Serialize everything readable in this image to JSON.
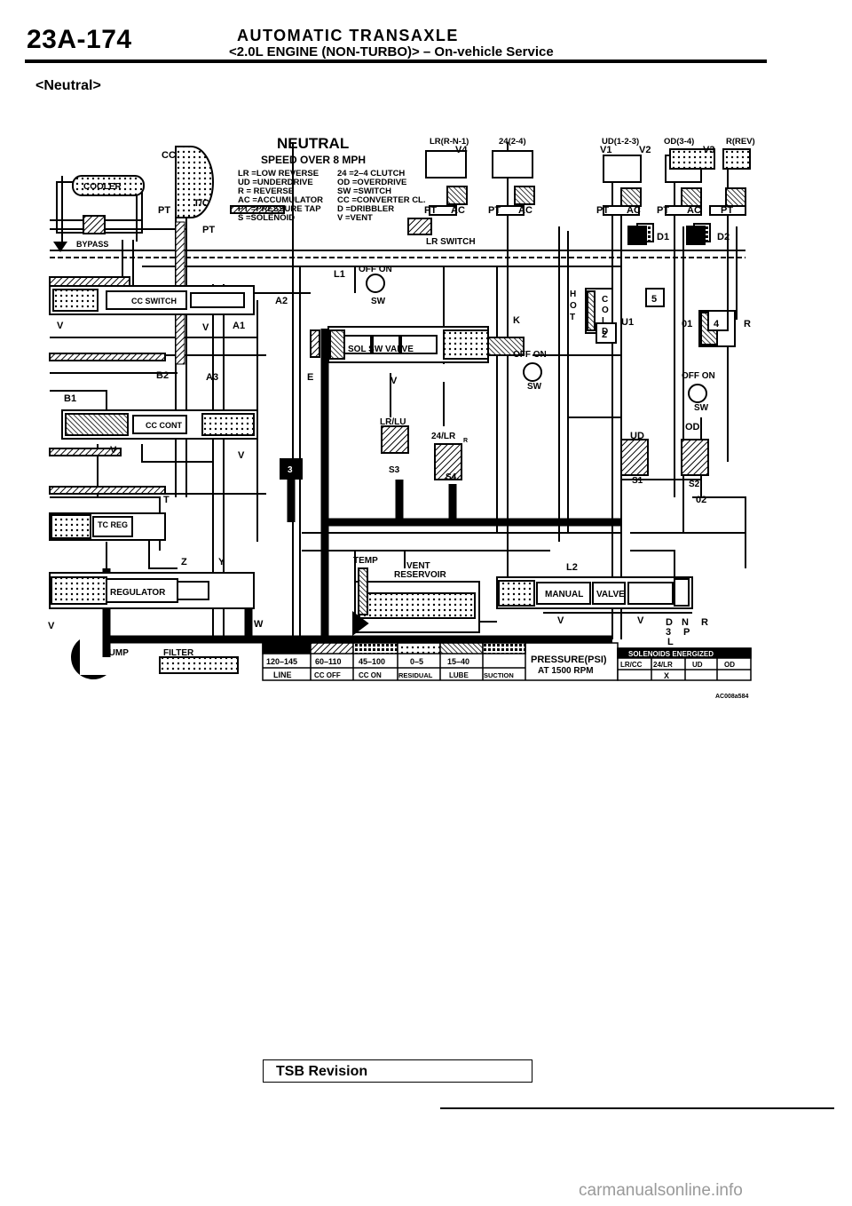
{
  "header": {
    "page_number": "23A-174",
    "title": "AUTOMATIC TRANSAXLE",
    "subtitle": "<2.0L ENGINE (NON-TURBO)> – On-vehicle Service"
  },
  "section_label": "<Neutral>",
  "diagram": {
    "title": "NEUTRAL",
    "subtitle": "SPEED OVER 8 MPH",
    "legend_left": [
      "LR =LOW REVERSE",
      "UD =UNDERDRIVE",
      "R = REVERSE",
      "AC =ACCUMULATOR",
      "PT =PRESSURE TAP",
      "S =SOLENOID"
    ],
    "legend_right": [
      "24 =2–4 CLUTCH",
      "OD =OVERDRIVE",
      "SW =SWITCH",
      "CC =CONVERTER CL.",
      "D =DRIBBLER",
      "V =VENT"
    ],
    "clutches": {
      "lr": "LR(R-N-1)",
      "c24": "24(2-4)",
      "ud": "UD(1-2-3)",
      "od": "OD(3-4)",
      "rev": "R(REV)"
    },
    "labels": {
      "cc": "CC",
      "tc": "T/C",
      "pt": "PT",
      "cooler": "COOLER",
      "bypass": "BYPASS",
      "ac": "AC",
      "v1": "V1",
      "v2": "V2",
      "v3": "V3",
      "v4": "V4",
      "d1": "D1",
      "d2": "D2",
      "lr_switch": "LR SWITCH",
      "l1": "L1",
      "off_on": "OFF ON",
      "sw": "SW",
      "a1": "A1",
      "a2": "A2",
      "a3": "A3",
      "b1": "B1",
      "b2": "B2",
      "e": "E",
      "v": "V",
      "k": "K",
      "hot": "HOT",
      "cold": "COLD",
      "u1": "U1",
      "o1": "01",
      "o2": "02",
      "r": "R",
      "cc_switch": "CC SWITCH",
      "sol_sw_valve": "SOL SW VALVE",
      "cc_cont": "CC CONT",
      "lr_lu": "LR/LU",
      "s24_lr": "24/LR",
      "s_sub": "R",
      "ud": "UD",
      "od": "OD",
      "s1": "S1",
      "s2": "S2",
      "s3": "S3",
      "s4": "S4",
      "n3": "3",
      "n2": "2",
      "n5": "5",
      "n4": "4",
      "t": "T",
      "tc_reg": "TC REG",
      "z": "Z",
      "y": "Y",
      "temp": "TEMP",
      "vent_reservoir_1": "VENT",
      "vent_reservoir_2": "RESERVOIR",
      "l2": "L2",
      "regulator": "REGULATOR",
      "manual": "MANUAL",
      "valve": "VALVE",
      "w": "W",
      "pump": "PUMP",
      "filter": "FILTER",
      "gear_d": "D",
      "gear_n": "N",
      "gear_r": "R",
      "gear_3": "3",
      "gear_p": "P",
      "gear_l": "L",
      "figure_code": "AC008a584"
    },
    "pressure_table": {
      "ranges": [
        "120–145",
        "60–110",
        "45–100",
        "0–5",
        "15–40"
      ],
      "names": [
        "LINE",
        "CC OFF",
        "CC ON",
        "RESIDUAL",
        "LUBE",
        "SUCTION"
      ],
      "title_1": "PRESSURE(PSI)",
      "title_2": "AT 1500 RPM"
    },
    "solenoid_table": {
      "title": "SOLENOIDS ENERGIZED",
      "columns": [
        "LR/CC",
        "24/LR",
        "UD",
        "OD"
      ],
      "values": [
        "",
        "X",
        "",
        ""
      ]
    }
  },
  "footer": {
    "revision_label": "TSB Revision",
    "watermark": "carmanualsonline.info"
  }
}
